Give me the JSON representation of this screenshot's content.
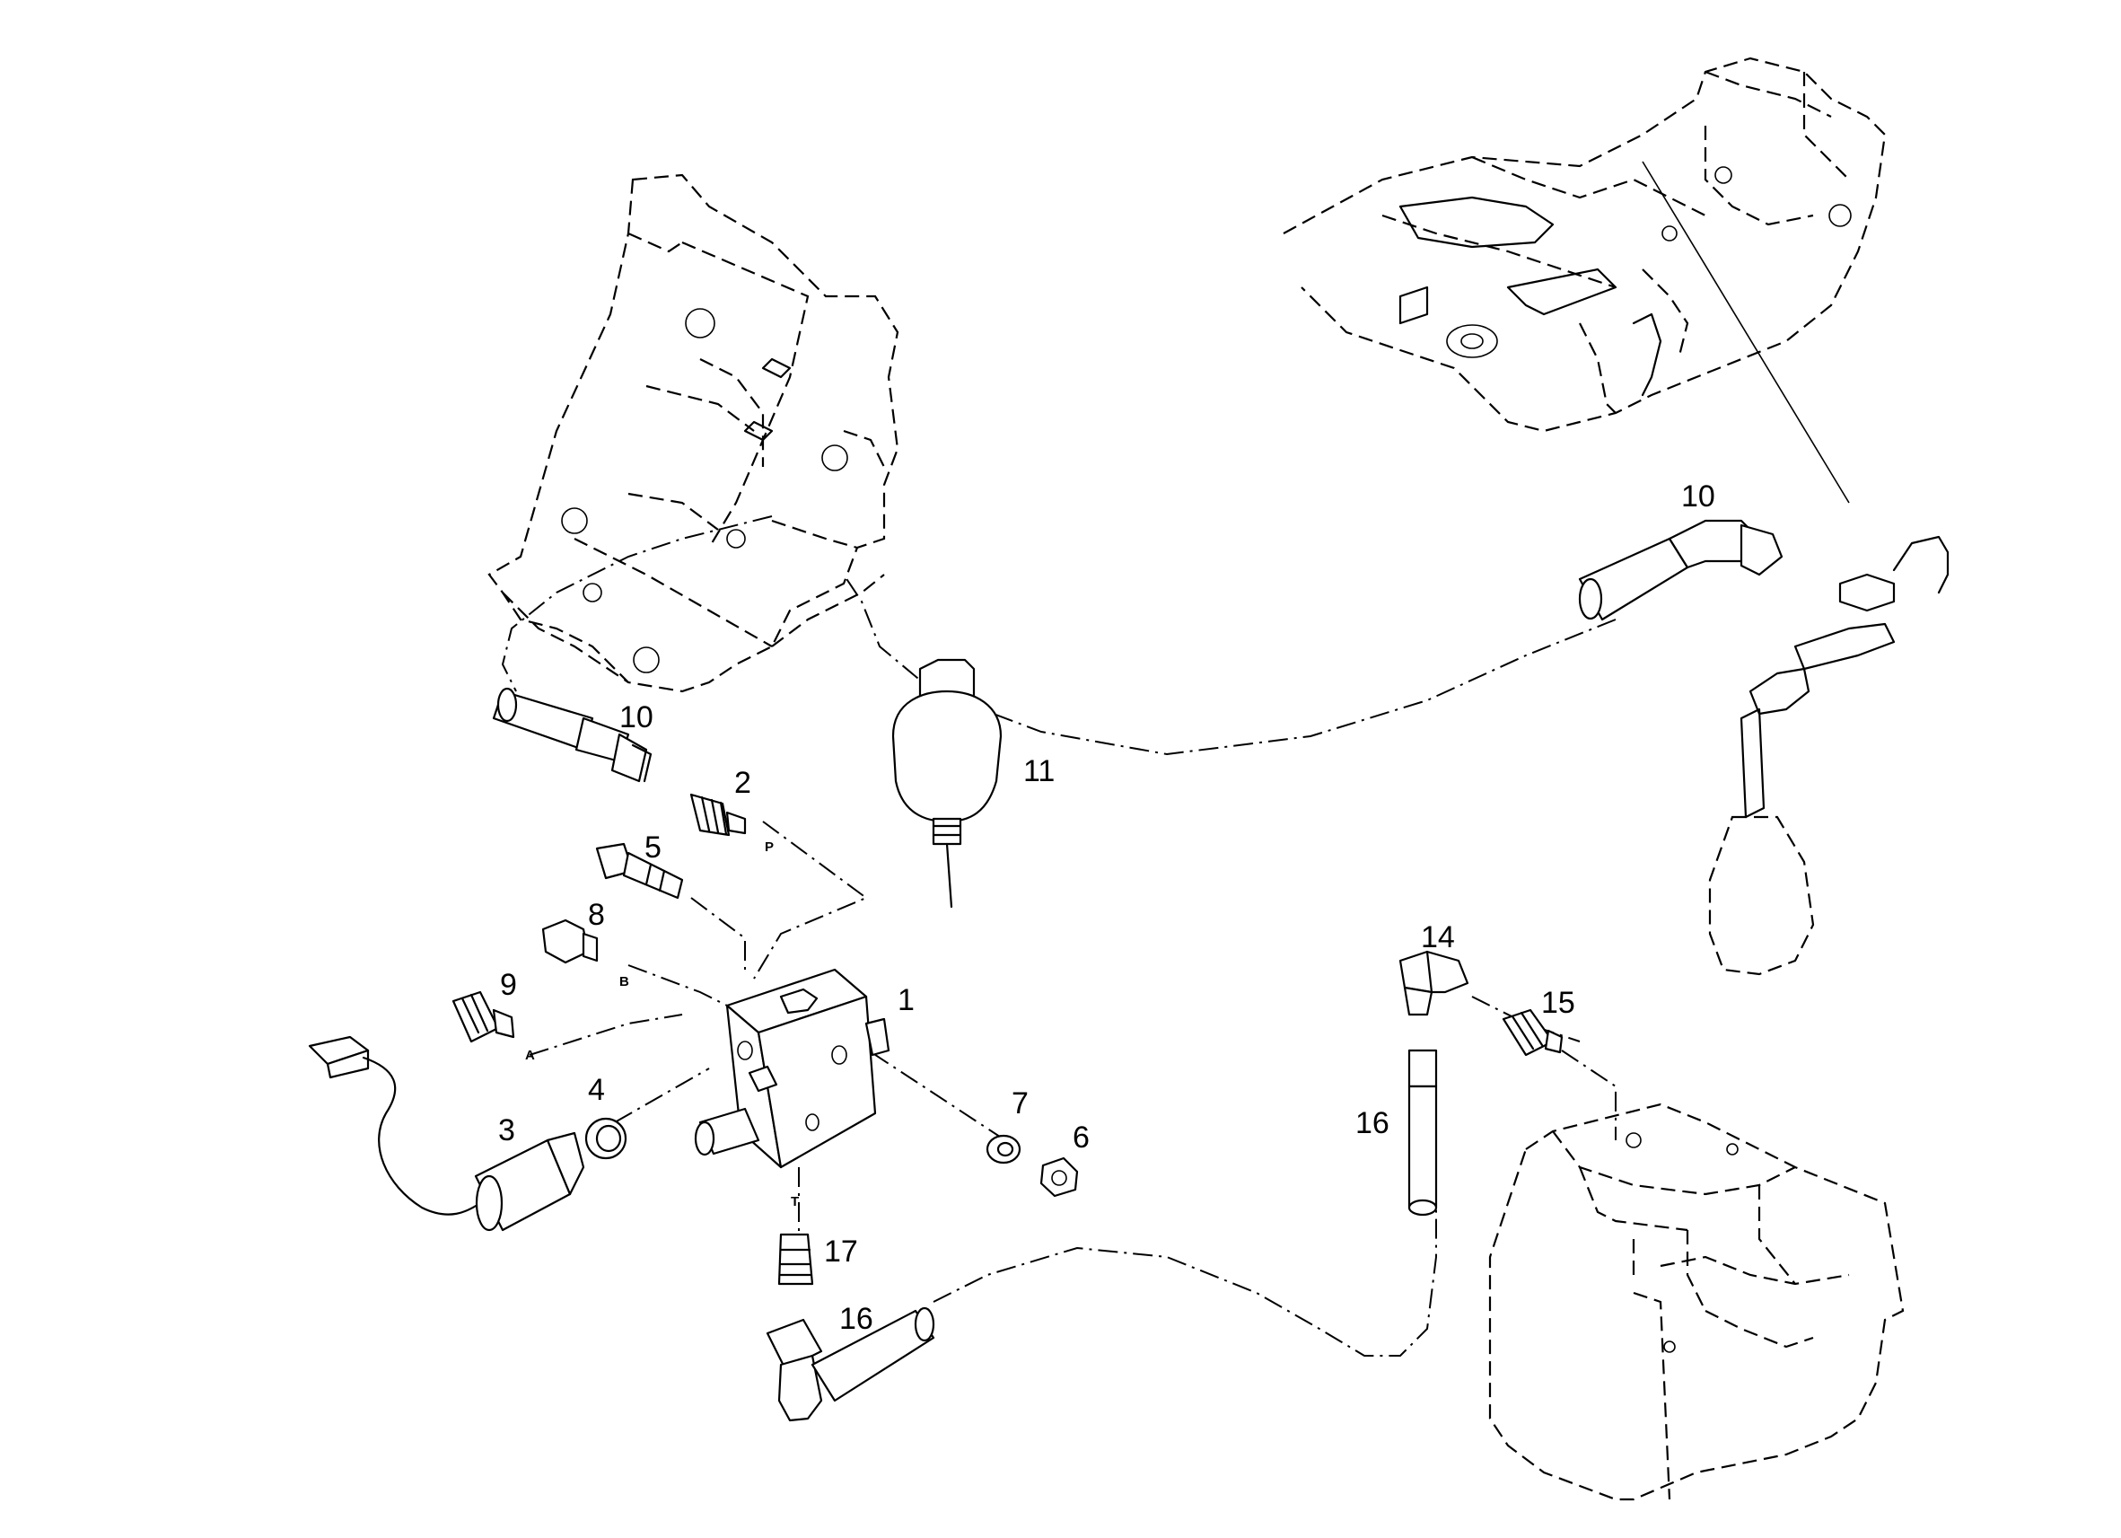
{
  "callouts": {
    "c1": "1",
    "c2": "2",
    "c3": "3",
    "c4": "4",
    "c5": "5",
    "c6": "6",
    "c7": "7",
    "c8": "8",
    "c9": "9",
    "c10a": "10",
    "c10b": "10",
    "c11": "11",
    "c14": "14",
    "c15": "15",
    "c16a": "16",
    "c16b": "16",
    "c17": "17"
  },
  "ports": {
    "p": "P",
    "b": "B",
    "a": "A",
    "t": "T"
  }
}
